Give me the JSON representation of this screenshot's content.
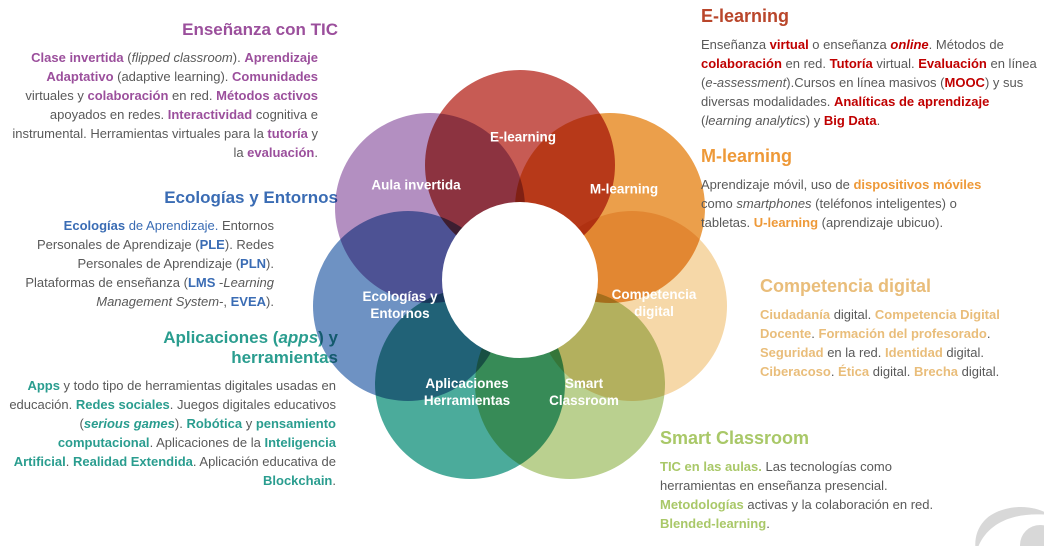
{
  "colors": {
    "purple": "#9b4f9c",
    "blue": "#3a6cb4",
    "teal": "#2a9d8f",
    "red": "#c00000",
    "brick": "#b9462b",
    "orange": "#ee9938",
    "tan": "#e9bd7a",
    "green": "#a9c868",
    "body_text": "#595959",
    "logo_gray": "#d8d8d8"
  },
  "left_sections": [
    {
      "title": "Enseñanza con TIC",
      "body": [
        {
          "t": "Clase invertida",
          "b": true,
          "c": "purple"
        },
        {
          "t": " ("
        },
        {
          "t": "flipped classroom",
          "i": true
        },
        {
          "t": "). "
        },
        {
          "t": "Aprendizaje Adaptativo",
          "b": true,
          "c": "purple"
        },
        {
          "t": " (adaptive learning). "
        },
        {
          "t": "Comunidades",
          "b": true,
          "c": "purple"
        },
        {
          "t": " virtuales y "
        },
        {
          "t": "colaboración",
          "b": true,
          "c": "purple"
        },
        {
          "t": " en red. "
        },
        {
          "t": "Métodos activos",
          "b": true,
          "c": "purple"
        },
        {
          "t": " apoyados en redes. "
        },
        {
          "t": "Interactividad",
          "b": true,
          "c": "purple"
        },
        {
          "t": " cognitiva e instrumental. Herramientas virtuales para la "
        },
        {
          "t": "tutoría",
          "b": true,
          "c": "purple"
        },
        {
          "t": " y la "
        },
        {
          "t": "evaluación",
          "b": true,
          "c": "purple"
        },
        {
          "t": "."
        }
      ]
    },
    {
      "title": "Ecologías y Entornos",
      "body": [
        {
          "t": "Ecologías",
          "b": true,
          "c": "blue"
        },
        {
          "t": " de Aprendizaje. ",
          "c": "blue"
        },
        {
          "t": "Entornos Personales de Aprendizaje ("
        },
        {
          "t": "PLE",
          "b": true,
          "c": "blue"
        },
        {
          "t": "). Redes Personales de Aprendizaje ("
        },
        {
          "t": "PLN",
          "b": true,
          "c": "blue"
        },
        {
          "t": "). Plataformas de enseñanza ("
        },
        {
          "t": "LMS",
          "b": true,
          "c": "blue"
        },
        {
          "t": " -"
        },
        {
          "t": "Learning Management System",
          "i": true
        },
        {
          "t": "-, "
        },
        {
          "t": "EVEA",
          "b": true,
          "c": "blue"
        },
        {
          "t": ")."
        }
      ]
    },
    {
      "title_segments": [
        {
          "t": "Aplicaciones ("
        },
        {
          "t": "apps",
          "i": true
        },
        {
          "t": ") y\nherramientas"
        }
      ],
      "body": [
        {
          "t": "Apps",
          "b": true,
          "c": "teal"
        },
        {
          "t": " y todo tipo de herramientas digitales usadas en educación. "
        },
        {
          "t": "Redes sociales",
          "b": true,
          "c": "teal"
        },
        {
          "t": ". Juegos digitales educativos ("
        },
        {
          "t": "serious games",
          "b": true,
          "i": true,
          "c": "teal"
        },
        {
          "t": "). "
        },
        {
          "t": "Robótica",
          "b": true,
          "c": "teal"
        },
        {
          "t": " y "
        },
        {
          "t": "pensamiento computacional",
          "b": true,
          "c": "teal"
        },
        {
          "t": ". Aplicaciones de la "
        },
        {
          "t": "Inteligencia Artificial",
          "b": true,
          "c": "teal"
        },
        {
          "t": ". "
        },
        {
          "t": "Realidad Extendida",
          "b": true,
          "c": "teal"
        },
        {
          "t": ". Aplicación educativa de "
        },
        {
          "t": "Blockchain",
          "b": true,
          "c": "teal"
        },
        {
          "t": "."
        }
      ]
    }
  ],
  "right_sections": [
    {
      "title": "E-learning",
      "body": [
        {
          "t": "Enseñanza "
        },
        {
          "t": "virtual",
          "b": true,
          "c": "red"
        },
        {
          "t": " o enseñanza "
        },
        {
          "t": "online",
          "b": true,
          "i": true,
          "c": "red"
        },
        {
          "t": ". Métodos de "
        },
        {
          "t": "colaboración",
          "b": true,
          "c": "red"
        },
        {
          "t": " en red. "
        },
        {
          "t": "Tutoría",
          "b": true,
          "c": "red"
        },
        {
          "t": " virtual. "
        },
        {
          "t": "Evaluación",
          "b": true,
          "c": "red"
        },
        {
          "t": " en línea ("
        },
        {
          "t": "e-assessment",
          "i": true
        },
        {
          "t": ").Cursos en línea masivos ("
        },
        {
          "t": "MOOC",
          "b": true,
          "c": "red"
        },
        {
          "t": ") y sus diversas modalidades. "
        },
        {
          "t": "Analíticas de aprendizaje",
          "b": true,
          "c": "red"
        },
        {
          "t": " ("
        },
        {
          "t": "learning analytics",
          "i": true
        },
        {
          "t": ") y "
        },
        {
          "t": "Big Data",
          "b": true,
          "c": "red"
        },
        {
          "t": "."
        }
      ]
    },
    {
      "title": "M-learning",
      "body": [
        {
          "t": "Aprendizaje móvil, uso de "
        },
        {
          "t": "dispositivos móviles",
          "b": true,
          "c": "orange"
        },
        {
          "t": " como "
        },
        {
          "t": "smartphones",
          "i": true
        },
        {
          "t": " (teléfonos inteligentes) o tabletas. "
        },
        {
          "t": "U-learning",
          "b": true,
          "c": "orange"
        },
        {
          "t": " (aprendizaje ubicuo)."
        }
      ]
    },
    {
      "title": "Competencia digital",
      "body": [
        {
          "t": "Ciudadanía",
          "b": true,
          "c": "tan"
        },
        {
          "t": " digital. "
        },
        {
          "t": "Competencia Digital Docente",
          "b": true,
          "c": "tan"
        },
        {
          "t": ". "
        },
        {
          "t": "Formación del profesorado",
          "b": true,
          "c": "tan"
        },
        {
          "t": ". "
        },
        {
          "t": "Seguridad",
          "b": true,
          "c": "tan"
        },
        {
          "t": " en la red. "
        },
        {
          "t": "Identidad",
          "b": true,
          "c": "tan"
        },
        {
          "t": " digital. "
        },
        {
          "t": "Ciberacoso",
          "b": true,
          "c": "tan"
        },
        {
          "t": ". "
        },
        {
          "t": "Ética",
          "b": true,
          "c": "tan"
        },
        {
          "t": " digital. "
        },
        {
          "t": "Brecha",
          "b": true,
          "c": "tan"
        },
        {
          "t": " digital."
        }
      ]
    },
    {
      "title": "Smart Classroom",
      "body": [
        {
          "t": "TIC en las aulas.",
          "b": true,
          "c": "green"
        },
        {
          "t": " Las tecnologías como herramientas en enseñanza presencial. "
        },
        {
          "t": "Metodologías",
          "b": true,
          "c": "green"
        },
        {
          "t": " activas y la colaboración en red. "
        },
        {
          "t": "Blended-learning",
          "b": true,
          "c": "green"
        },
        {
          "t": "."
        }
      ]
    }
  ],
  "diagram": {
    "petals": [
      {
        "label": "E-learning",
        "color": "#c75b54"
      },
      {
        "label": "M-learning",
        "color": "#eb9f4b"
      },
      {
        "label": "Competencia\ndigital",
        "color": "#f6d8a8"
      },
      {
        "label": "Smart\nClassroom",
        "color": "#bad08f"
      },
      {
        "label": "Aplicaciones\nHerramientas",
        "color": "#4bab9b"
      },
      {
        "label": "Ecologías y\nEntornos",
        "color": "#6e92c3"
      },
      {
        "label": "Aula invertida",
        "color": "#b38fc1"
      }
    ]
  }
}
